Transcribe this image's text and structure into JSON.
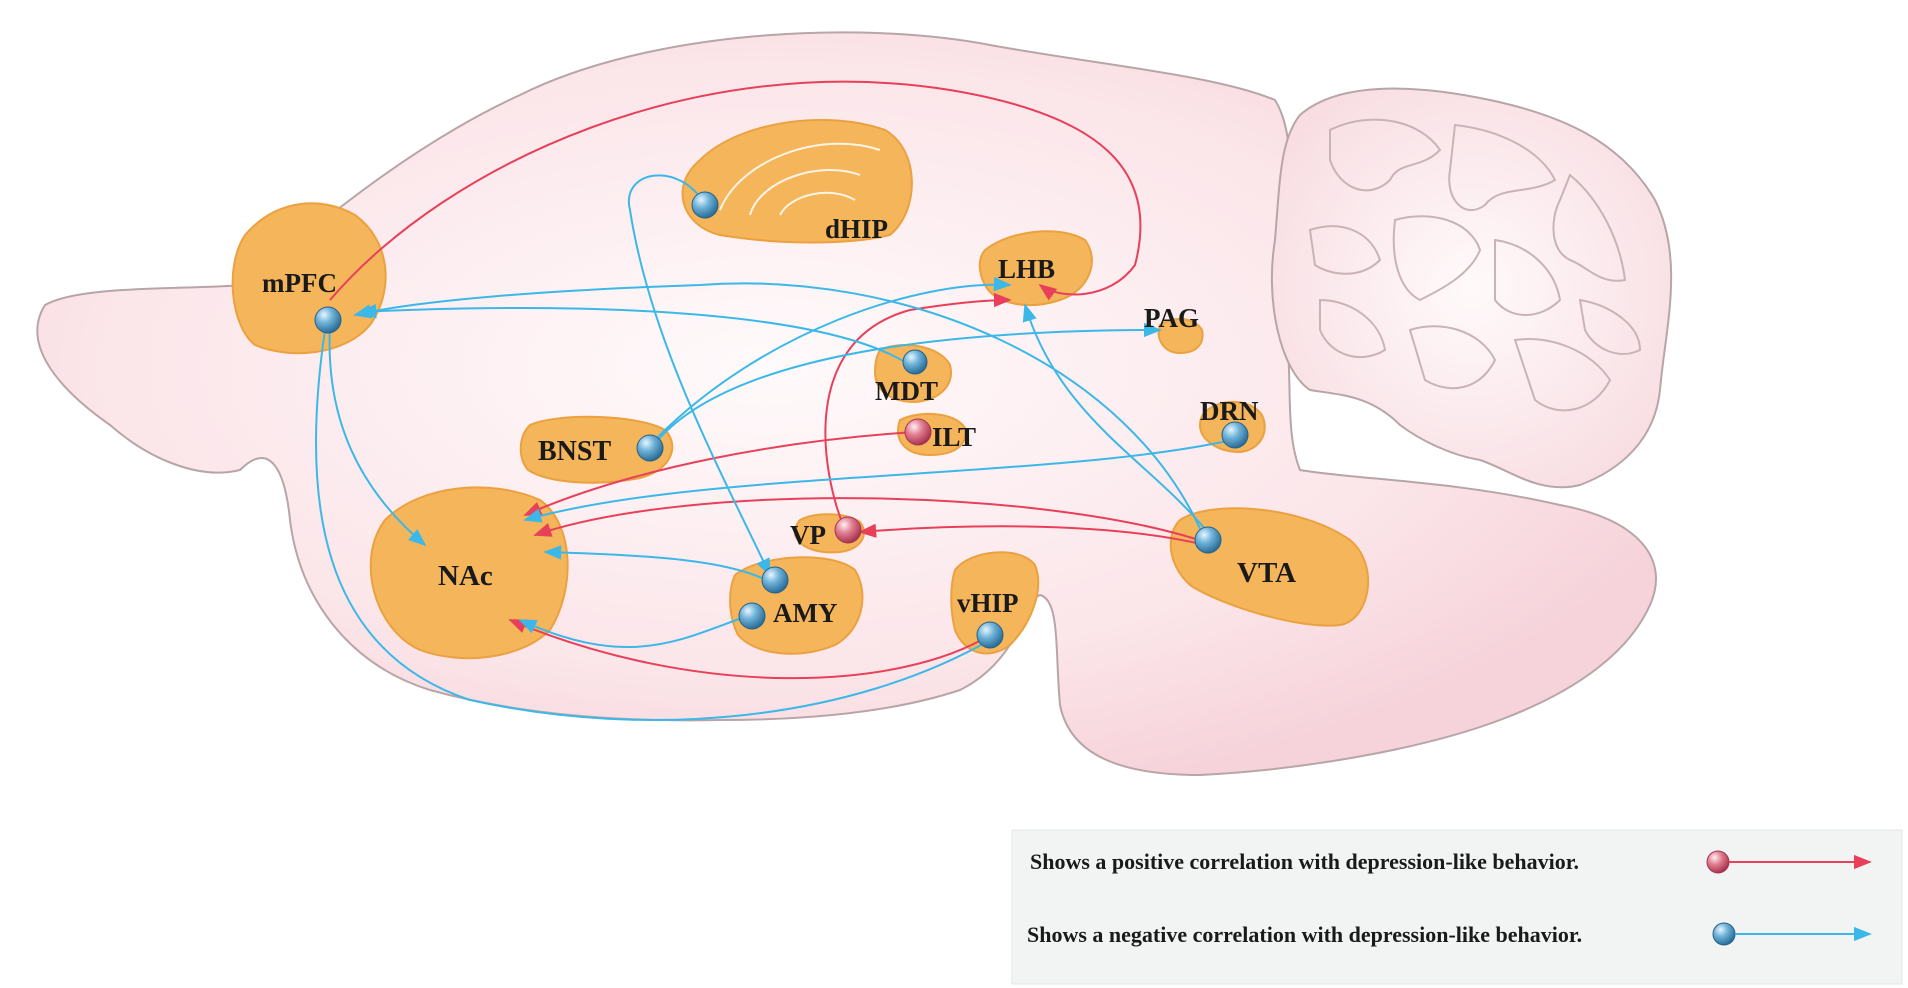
{
  "regions": {
    "mpfc": "mPFC",
    "dhip": "dHIP",
    "lhb": "LHB",
    "pag": "PAG",
    "mdt": "MDT",
    "ilt": "ILT",
    "bnst": "BNST",
    "drn": "DRN",
    "nac": "NAc",
    "vp": "VP",
    "amy": "AMY",
    "vhip": "vHIP",
    "vta": "VTA"
  },
  "legend": {
    "positive": "Shows a positive correlation with depression-like behavior.",
    "negative": "Shows a negative correlation with depression-like behavior."
  },
  "colors": {
    "positive": "#e8405a",
    "negative": "#3cb8e8",
    "region": "#f5b55a",
    "brain": "#fbe4e8"
  }
}
